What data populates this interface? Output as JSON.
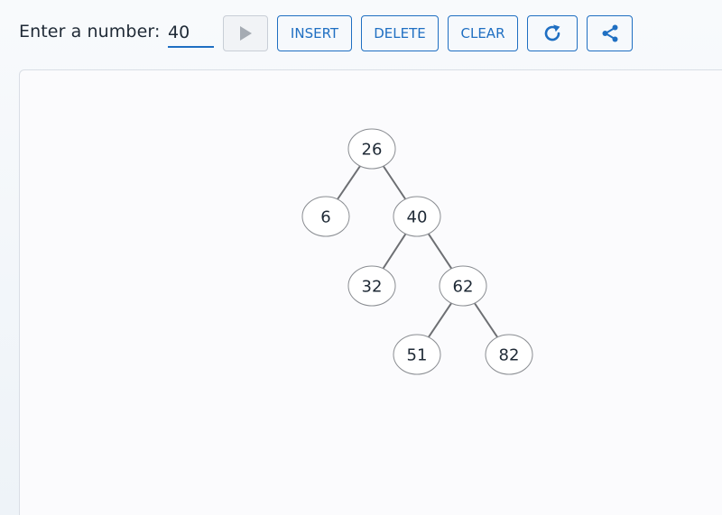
{
  "toolbar": {
    "prompt_label": "Enter a number:",
    "input_value": "40",
    "play_icon": "play-icon",
    "insert_label": "INSERT",
    "delete_label": "DELETE",
    "clear_label": "CLEAR",
    "refresh_icon": "refresh-icon",
    "share_icon": "share-icon"
  },
  "colors": {
    "accent": "#1f6fc2",
    "node_fill": "#ffffff",
    "edge": "#6d6f73"
  },
  "tree": {
    "nodes": [
      {
        "id": "n26",
        "value": "26"
      },
      {
        "id": "n6",
        "value": "6"
      },
      {
        "id": "n40",
        "value": "40"
      },
      {
        "id": "n32",
        "value": "32"
      },
      {
        "id": "n62",
        "value": "62"
      },
      {
        "id": "n51",
        "value": "51"
      },
      {
        "id": "n82",
        "value": "82"
      }
    ],
    "edges": [
      [
        "n26",
        "n6"
      ],
      [
        "n26",
        "n40"
      ],
      [
        "n40",
        "n32"
      ],
      [
        "n40",
        "n62"
      ],
      [
        "n62",
        "n51"
      ],
      [
        "n62",
        "n82"
      ]
    ]
  }
}
